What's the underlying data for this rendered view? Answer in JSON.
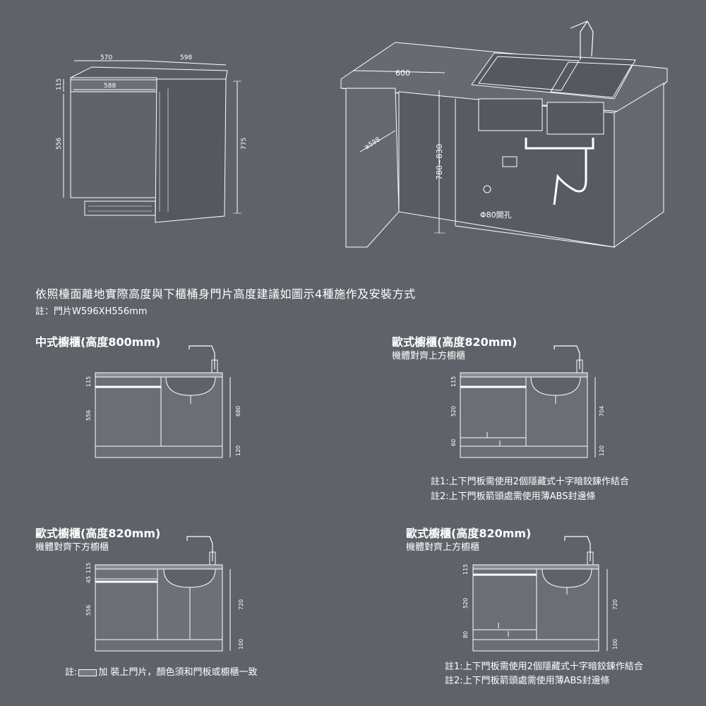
{
  "top_left": {
    "dim_570": "570",
    "dim_598": "598",
    "dim_588": "588",
    "dim_115": "115",
    "dim_556": "556",
    "dim_775": "775"
  },
  "top_right": {
    "dim_600": "600",
    "dim_598": "≥598",
    "dim_height": "780~830",
    "hole_label": "Φ80開孔"
  },
  "heading": "依照檯面離地實際高度與下櫃桶身門片高度建議如圖示4種施作及安裝方式",
  "subnote": "註：門片W596XH556mm",
  "panels": [
    {
      "title": "中式櫥櫃(高度800mm)",
      "subtitle": "",
      "dims": [
        "115",
        "556",
        "680",
        "120"
      ],
      "notes": []
    },
    {
      "title": "歐式櫥櫃(高度820mm)",
      "subtitle": "機體對齊上方櫥櫃",
      "dims": [
        "115",
        "520",
        "60",
        "704",
        "120"
      ],
      "notes": [
        "註1:上下門板需使用2個隱藏式十字暗鉸鍊作結合",
        "註2:上下門板箭頭處需使用薄ABS封邊條"
      ]
    },
    {
      "title": "歐式櫥櫃(高度820mm)",
      "subtitle": "機體對齊下方櫥櫃",
      "dims": [
        "115",
        "45",
        "556",
        "720",
        "100"
      ],
      "notes": [
        "註:",
        "加 裝上門片，顏色須和門板或櫥櫃一致"
      ]
    },
    {
      "title": "歐式櫥櫃(高度820mm)",
      "subtitle": "機體對齊上方櫥櫃",
      "dims": [
        "115",
        "520",
        "80",
        "720",
        "100"
      ],
      "notes": [
        "註1:上下門板需使用2個隱藏式十字暗鉸鍊作結合",
        "註2:上下門板箭頭處需使用薄ABS封邊條"
      ]
    }
  ],
  "colors": {
    "background": "#5f6268",
    "line": "#ffffff",
    "panel_fill": "#6b6e74"
  }
}
